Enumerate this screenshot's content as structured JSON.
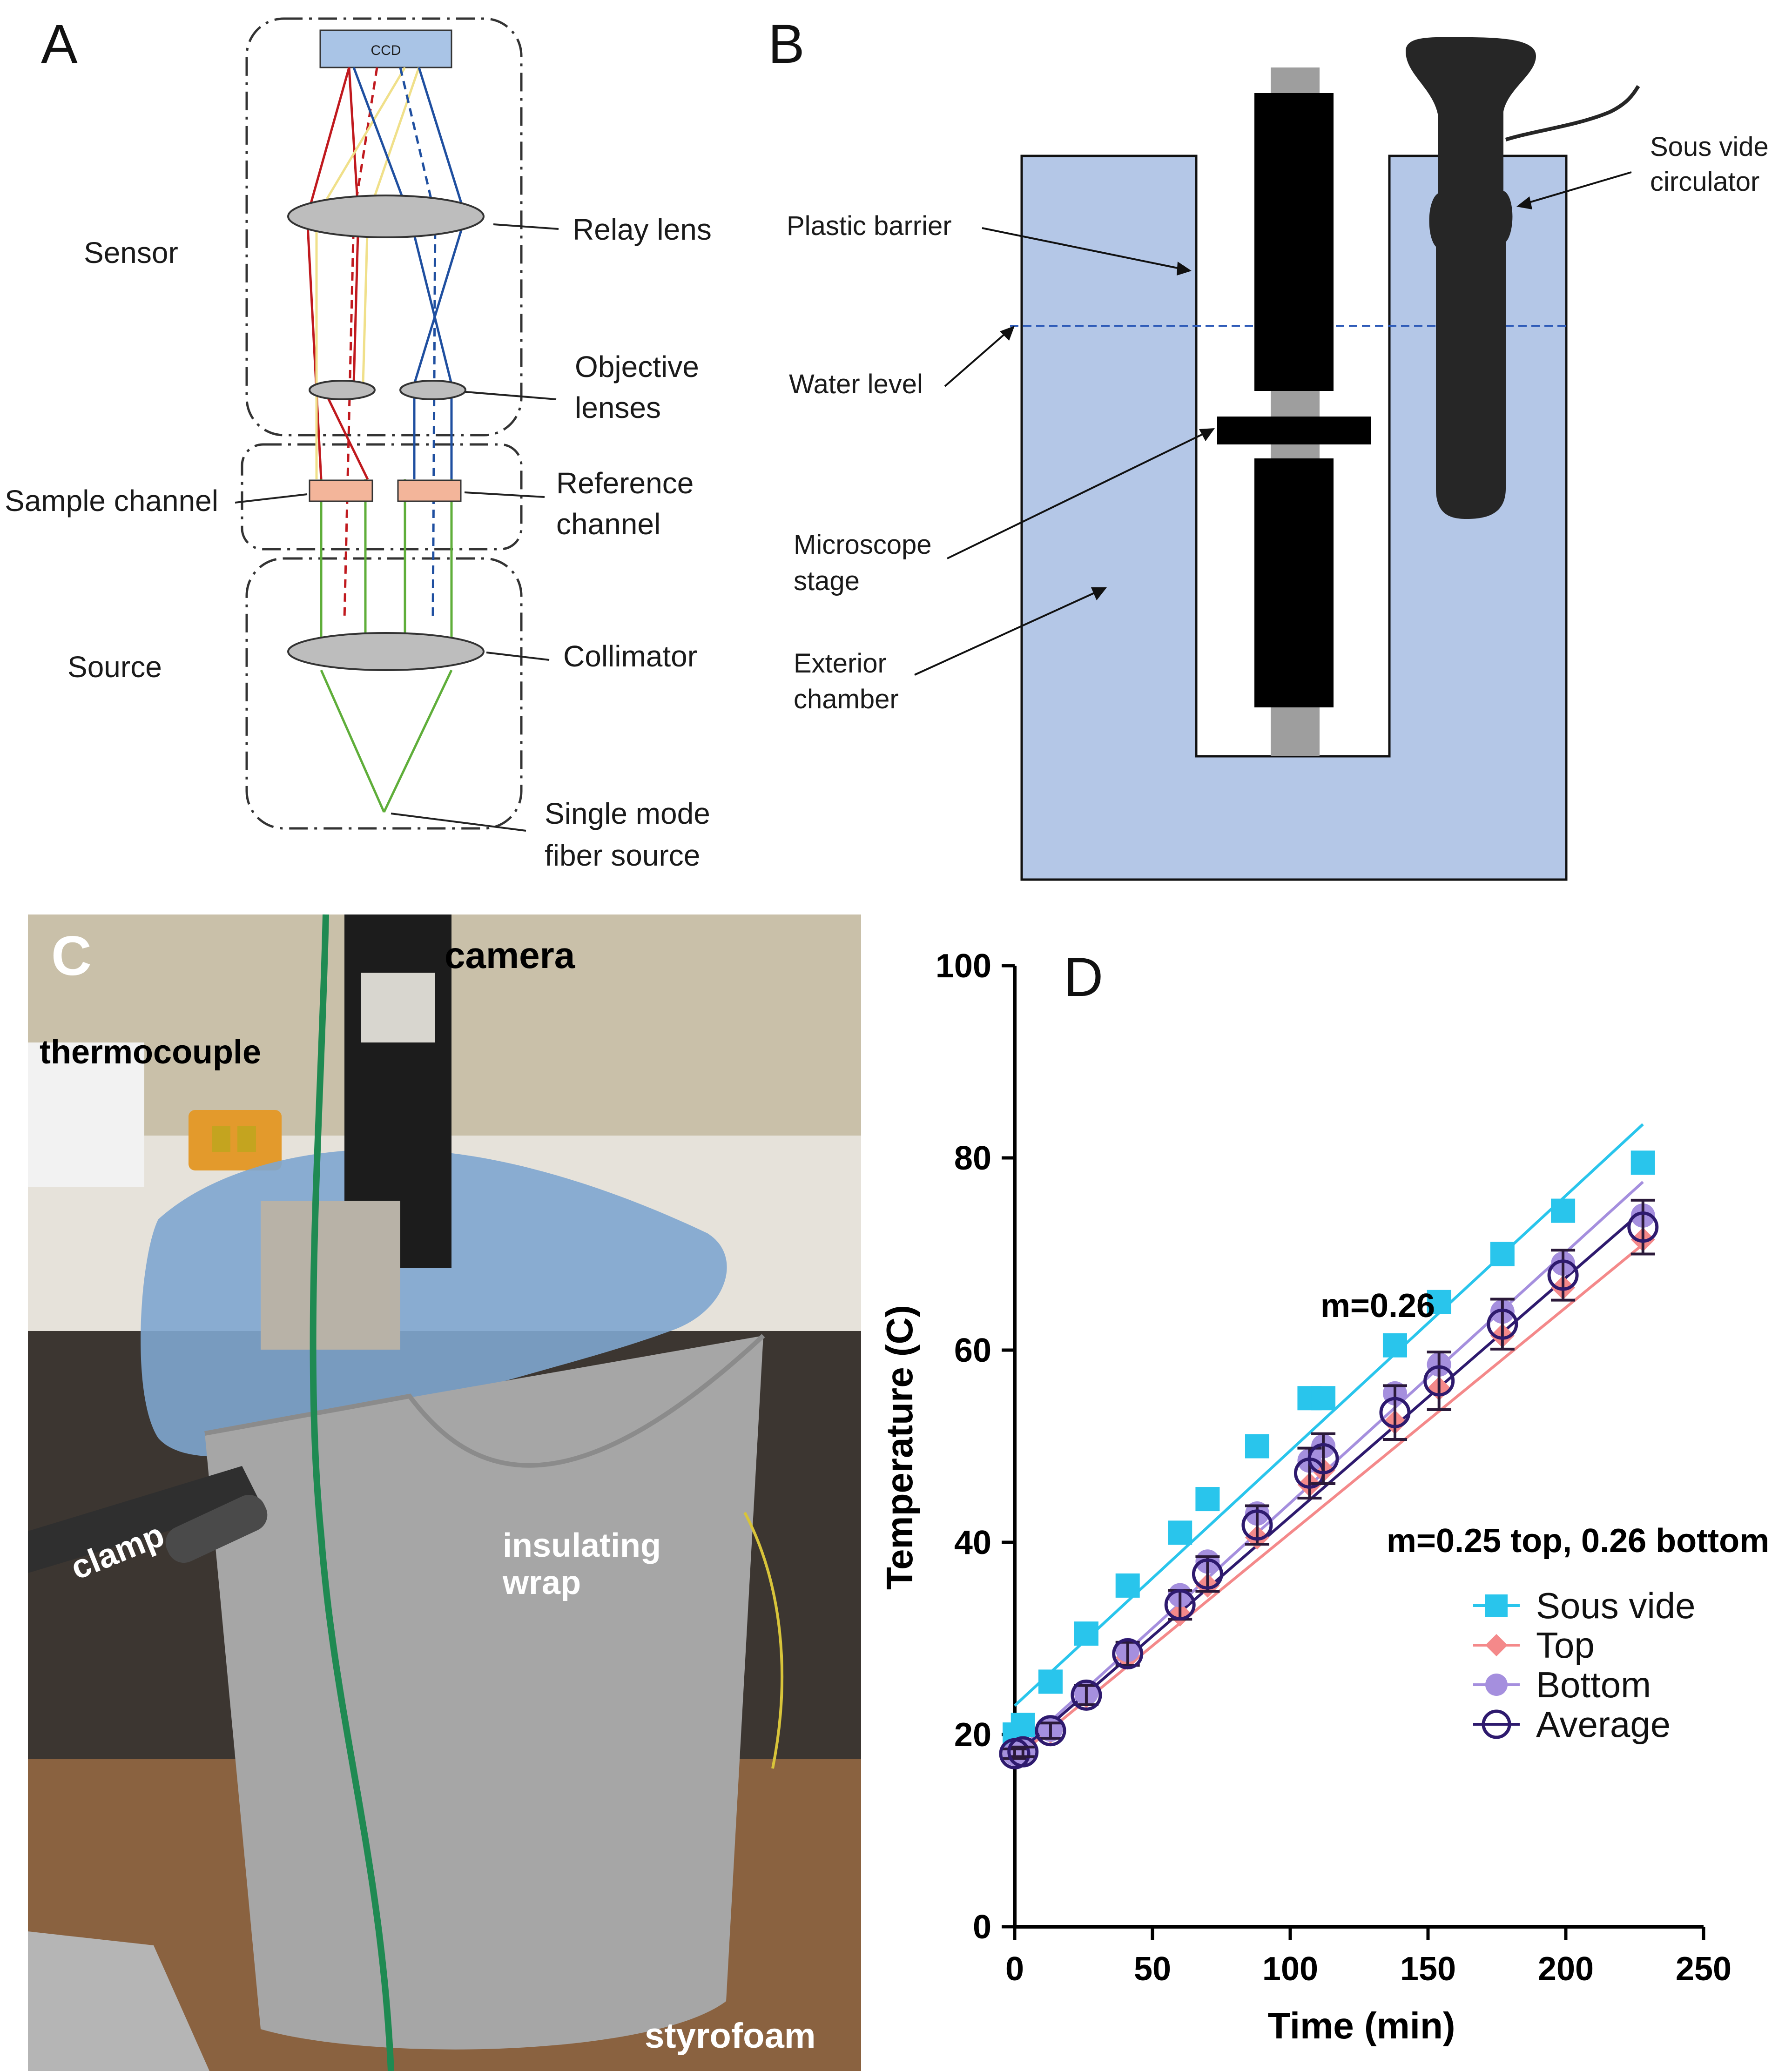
{
  "panel_a": {
    "letter": "A",
    "ccd": "CCD",
    "sensor": "Sensor",
    "source": "Source",
    "relay_lens": "Relay lens",
    "objective_lenses_1": "Objective",
    "objective_lenses_2": "lenses",
    "sample_channel": "Sample channel",
    "reference_channel_1": "Reference",
    "reference_channel_2": "channel",
    "collimator": "Collimator",
    "fiber_1": "Single mode",
    "fiber_2": "fiber source",
    "colors": {
      "red": "#c0191e",
      "yellow": "#f0e08a",
      "blue": "#1f4fa0",
      "green": "#5fae3a",
      "lens": "#bdbdbd",
      "channel": "#f3b59a",
      "ccd": "#a9c4e6"
    }
  },
  "panel_b": {
    "letter": "B",
    "plastic_barrier": "Plastic barrier",
    "water_level": "Water level",
    "microscope_stage_1": "Microscope",
    "microscope_stage_2": "stage",
    "exterior_chamber_1": "Exterior",
    "exterior_chamber_2": "chamber",
    "sous_vide_1": "Sous vide",
    "sous_vide_2": "circulator",
    "colors": {
      "water": "#b4c7e7",
      "level_line": "#2e5bb8",
      "body": "#000000",
      "circulator": "#262626"
    }
  },
  "panel_c": {
    "letter": "C",
    "camera": "camera",
    "thermocouple": "thermocouple",
    "clamp": "clamp",
    "insulating_1": "insulating",
    "insulating_2": "wrap",
    "styrofoam": "styrofoam"
  },
  "panel_d": {
    "letter": "D",
    "annotation_top": "m=0.26",
    "annotation_bottom": "m=0.25 top, 0.26 bottom"
  },
  "chart_data": {
    "type": "scatter",
    "xlabel": "Time (min)",
    "ylabel": "Temperature (C)",
    "xlim": [
      0,
      250
    ],
    "ylim": [
      0,
      100
    ],
    "xticks": [
      0,
      50,
      100,
      150,
      200,
      250
    ],
    "yticks": [
      0,
      20,
      40,
      60,
      80,
      100
    ],
    "legend_position": "right",
    "series": [
      {
        "name": "Sous vide",
        "color": "#29c5ec",
        "marker": "square",
        "x": [
          0,
          3,
          13,
          26,
          41,
          60,
          70,
          88,
          107,
          112,
          138,
          154,
          177,
          199,
          228
        ],
        "y": [
          20,
          21,
          25.5,
          30.5,
          35.5,
          41,
          44.5,
          50,
          55,
          55,
          60.5,
          65,
          70,
          74.5,
          79.5
        ],
        "fit": {
          "slope": 0.26,
          "x": [
            0,
            228
          ],
          "y": [
            23,
            83.5
          ]
        }
      },
      {
        "name": "Top",
        "color": "#f4898a",
        "marker": "diamond",
        "x": [
          0,
          3,
          13,
          26,
          41,
          60,
          70,
          88,
          107,
          112,
          138,
          154,
          177,
          199,
          228
        ],
        "y": [
          18,
          18.3,
          20.3,
          24,
          28,
          32.5,
          35.5,
          40.5,
          46,
          47.5,
          52.5,
          56,
          61.5,
          66.5,
          71.5
        ],
        "fit": {
          "slope": 0.25,
          "x": [
            0,
            228
          ],
          "y": [
            17.5,
            71
          ]
        }
      },
      {
        "name": "Bottom",
        "color": "#a58fde",
        "marker": "circle",
        "x": [
          0,
          3,
          13,
          26,
          41,
          60,
          70,
          88,
          107,
          112,
          138,
          154,
          177,
          199,
          228
        ],
        "y": [
          18,
          18.2,
          20.5,
          24.3,
          28.8,
          34.5,
          38,
          43,
          48.5,
          50,
          55.5,
          58.5,
          64,
          69,
          74
        ],
        "fit": {
          "slope": 0.26,
          "x": [
            0,
            228
          ],
          "y": [
            18,
            77.5
          ]
        }
      },
      {
        "name": "Average",
        "color": "#2e1a6e",
        "marker": "open-circle",
        "x": [
          0,
          3,
          13,
          26,
          41,
          60,
          70,
          88,
          107,
          112,
          138,
          154,
          177,
          199,
          228
        ],
        "y": [
          18,
          18.2,
          20.4,
          24.1,
          28.4,
          33.5,
          36.7,
          41.8,
          47.2,
          48.7,
          53.5,
          56.8,
          62.7,
          67.8,
          72.8
        ],
        "err": [
          0.5,
          0.5,
          0.8,
          1,
          1.2,
          1.5,
          1.8,
          2,
          2.6,
          2.6,
          2.8,
          3,
          2.6,
          2.6,
          2.8
        ],
        "fit": {
          "x": [
            0,
            228
          ],
          "y": [
            17.8,
            74.5
          ]
        }
      }
    ]
  }
}
